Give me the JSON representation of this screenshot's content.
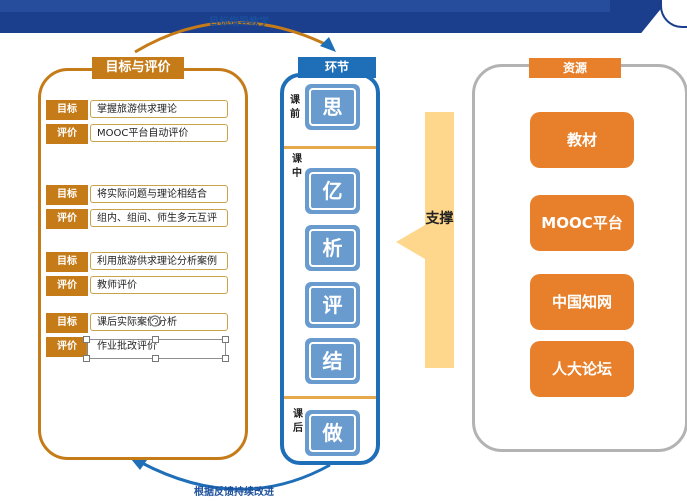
{
  "top_flow_label": "目标指导教学",
  "bottom_flow_label": "根据反馈持续改进",
  "left_panel": {
    "title": "目标与评价",
    "rows": [
      {
        "tag": "目标",
        "text": "掌握旅游供求理论"
      },
      {
        "tag": "评价",
        "text": "MOOC平台自动评价"
      },
      {
        "tag": "目标",
        "text": "将实际问题与理论相结合"
      },
      {
        "tag": "评价",
        "text": "组内、组间、师生多元互评"
      },
      {
        "tag": "目标",
        "text": "利用旅游供求理论分析案例"
      },
      {
        "tag": "评价",
        "text": "教师评价"
      },
      {
        "tag": "目标",
        "text": "课后实际案例分析"
      },
      {
        "tag": "评价",
        "text": "作业批改评价"
      }
    ]
  },
  "middle_panel": {
    "title": "环节",
    "stage_before": "课前",
    "stage_during": "课中",
    "stage_after": "课后",
    "steps": [
      "思",
      "亿",
      "析",
      "评",
      "结",
      "做"
    ]
  },
  "support": {
    "text": "支撑"
  },
  "right_panel": {
    "title": "资源",
    "items": [
      "教材",
      "MOOC平台",
      "中国知网",
      "人大论坛"
    ]
  },
  "colors": {
    "header_blue": "#1b3f8c",
    "goal_orange": "#c57b18",
    "step_blue": "#6a9bcf",
    "panel_blue": "#1f6fb8",
    "resource_orange": "#e8802b",
    "support_yellow": "#ffd78c"
  }
}
